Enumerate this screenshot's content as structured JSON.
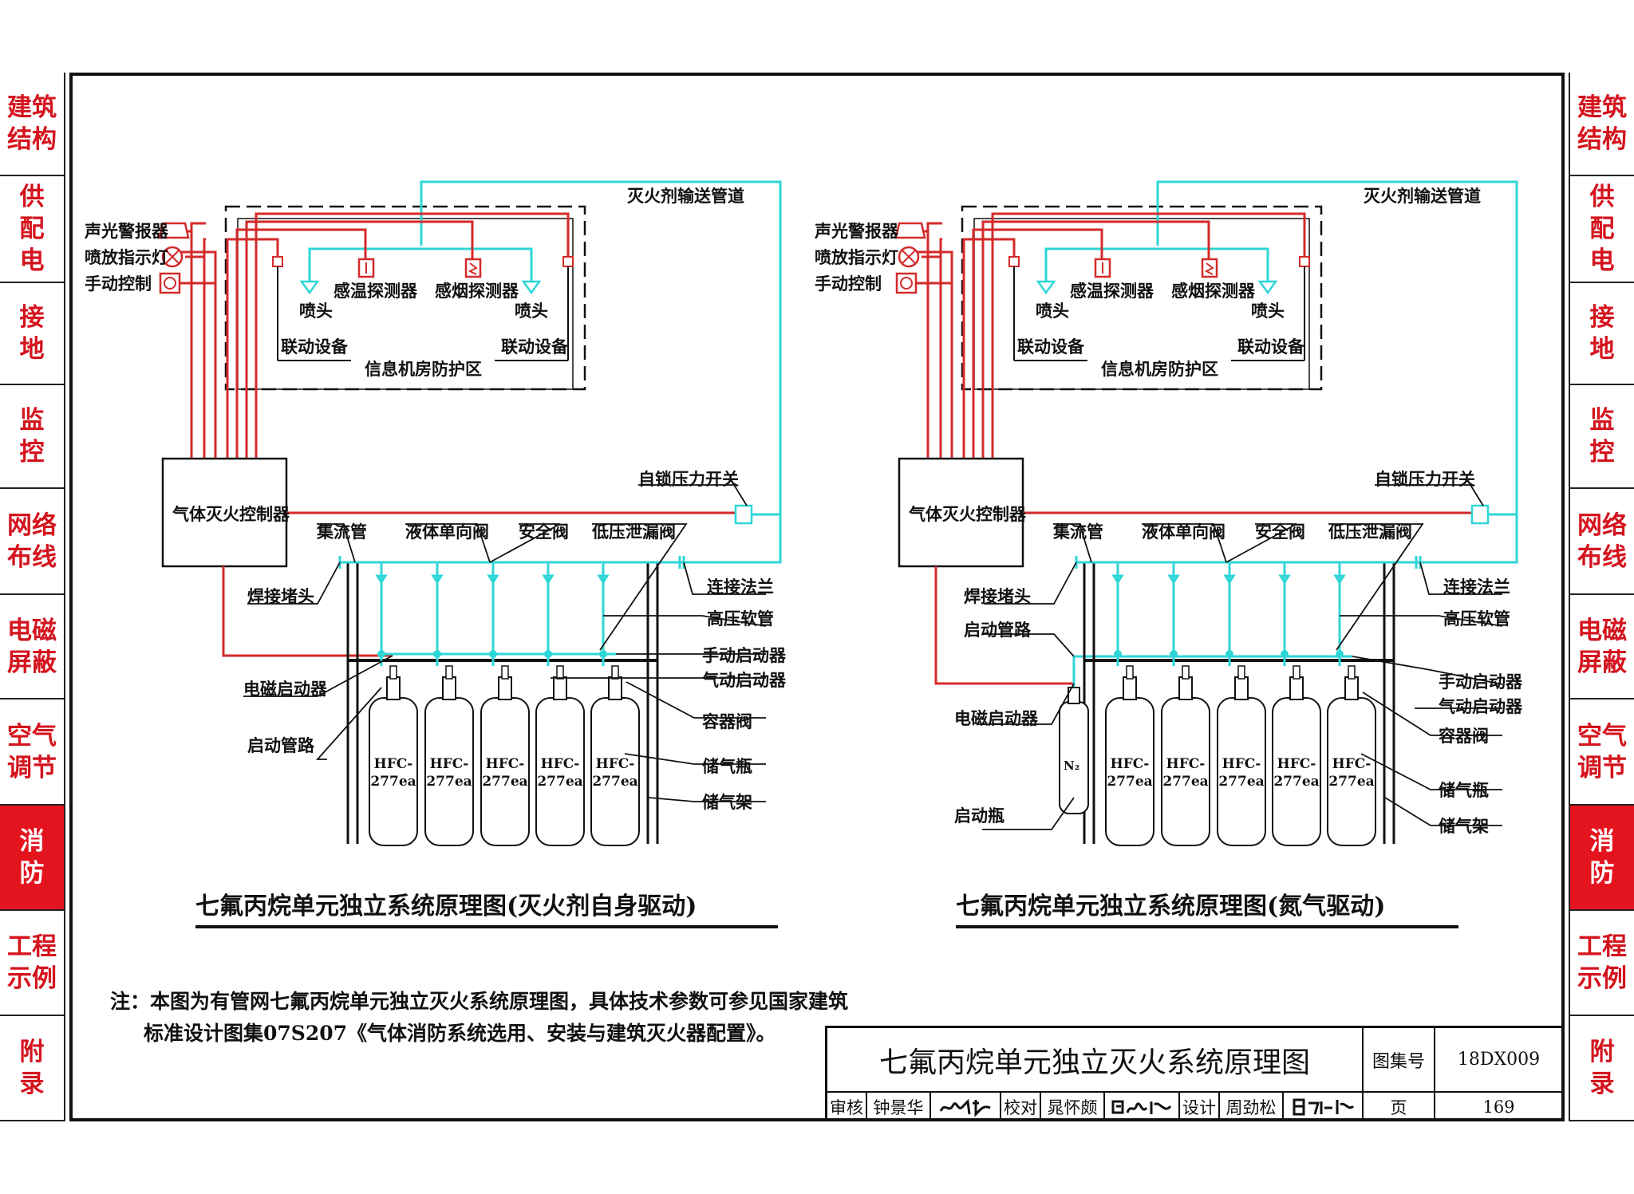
{
  "side_tabs": [
    {
      "label": "建筑\n结构",
      "active": false
    },
    {
      "label": "供\n配\n电",
      "active": false
    },
    {
      "label": "接\n地",
      "active": false
    },
    {
      "label": "监\n控",
      "active": false
    },
    {
      "label": "网络\n布线",
      "active": false
    },
    {
      "label": "电磁\n屏蔽",
      "active": false
    },
    {
      "label": "空气\n调节",
      "active": false
    },
    {
      "label": "消\n防",
      "active": true
    },
    {
      "label": "工程\n示例",
      "active": false
    },
    {
      "label": "附\n录",
      "active": false
    }
  ],
  "colors": {
    "red_line": "#d42a2a",
    "cyan_line": "#2fd6d6",
    "tab_red": "#e3141e"
  },
  "left_diagram": {
    "caption": "七氟丙烷单元独立系统原理图(灭火剂自身驱动)",
    "labels": {
      "pipe": "灭火剂输送管道",
      "alarm": "声光警报器",
      "lamp": "喷放指示灯",
      "manual": "手动控制",
      "temp_detector": "感温探测器",
      "smoke_detector": "感烟探测器",
      "nozzle_left": "喷头",
      "nozzle_right": "喷头",
      "linkage_left": "联动设备",
      "linkage_right": "联动设备",
      "zone": "信息机房防护区",
      "controller": "气体灭火控制器",
      "pressure_switch": "自锁压力开关",
      "manifold": "集流管",
      "check_valve": "液体单向阀",
      "safety_valve": "安全阀",
      "low_pressure_valve": "低压泄漏阀",
      "weld_plug": "焊接堵头",
      "flange": "连接法兰",
      "hose": "高压软管",
      "manual_starter": "手动启动器",
      "pneumatic_starter": "气动启动器",
      "solenoid_starter": "电磁启动器",
      "container_valve": "容器阀",
      "start_pipe": "启动管路",
      "cylinder": "储气瓶",
      "rack": "储气架",
      "cyl_label_1": "HFC-",
      "cyl_label_2": "277ea"
    }
  },
  "right_diagram": {
    "caption": "七氟丙烷单元独立系统原理图(氮气驱动)",
    "labels": {
      "pipe": "灭火剂输送管道",
      "alarm": "声光警报器",
      "lamp": "喷放指示灯",
      "manual": "手动控制",
      "temp_detector": "感温探测器",
      "smoke_detector": "感烟探测器",
      "nozzle_left": "喷头",
      "nozzle_right": "喷头",
      "linkage_left": "联动设备",
      "linkage_right": "联动设备",
      "zone": "信息机房防护区",
      "controller": "气体灭火控制器",
      "pressure_switch": "自锁压力开关",
      "manifold": "集流管",
      "check_valve": "液体单向阀",
      "safety_valve": "安全阀",
      "low_pressure_valve": "低压泄漏阀",
      "weld_plug": "焊接堵头",
      "start_pipe": "启动管路",
      "solenoid_starter": "电磁启动器",
      "start_bottle": "启动瓶",
      "n2": "N₂",
      "flange": "连接法兰",
      "hose": "高压软管",
      "manual_starter": "手动启动器",
      "pneumatic_starter": "气动启动器",
      "container_valve": "容器阀",
      "cylinder": "储气瓶",
      "rack": "储气架",
      "cyl_label_1": "HFC-",
      "cyl_label_2": "277ea"
    }
  },
  "note": {
    "line1": "注：本图为有管网七氟丙烷单元独立灭火系统原理图，具体技术参数可参见国家建筑",
    "line2": "标准设计图集07S207《气体消防系统选用、安装与建筑灭火器配置》。"
  },
  "title_block": {
    "title": "七氟丙烷单元独立灭火系统原理图",
    "atlas_label": "图集号",
    "atlas_no": "18DX009",
    "review_label": "审核",
    "reviewer": "钟景华",
    "check_label": "校对",
    "checker": "晁怀颇",
    "design_label": "设计",
    "designer": "周劲松",
    "page_label": "页",
    "page_no": "169"
  }
}
